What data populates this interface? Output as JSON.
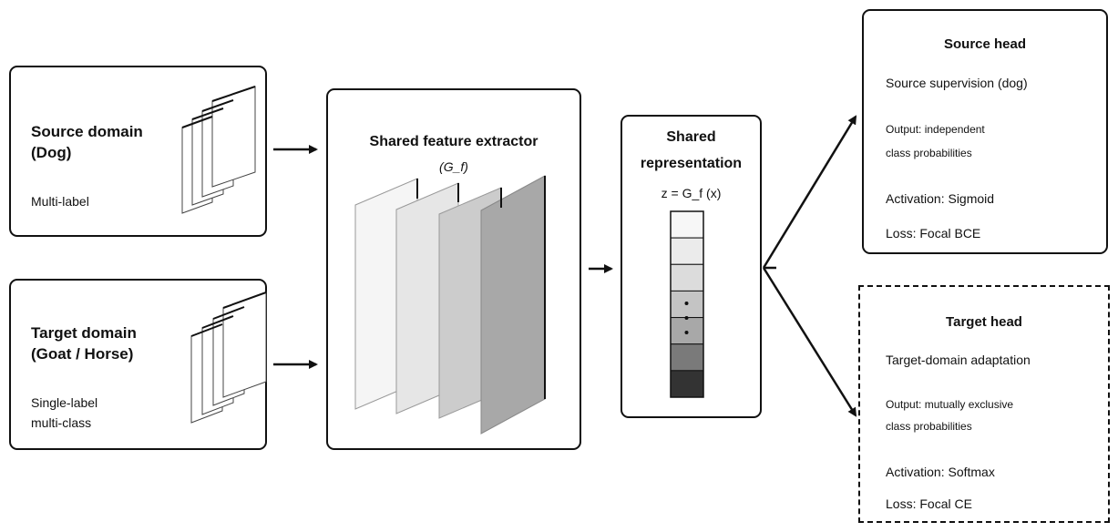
{
  "source_domain": {
    "title_line1": "Source domain",
    "title_line2": "(Dog)",
    "label_type": "Multi-label"
  },
  "target_domain": {
    "title_line1": "Target domain",
    "title_line2": "(Goat / Horse)",
    "label_type_line1": "Single-label",
    "label_type_line2": "multi-class"
  },
  "feature_extractor": {
    "title": "Shared feature extractor",
    "symbol": "(G_f)",
    "layer_colors": [
      "#f5f5f5",
      "#e6e6e6",
      "#cccccc",
      "#a8a8a8"
    ]
  },
  "representation": {
    "title_line1": "Shared",
    "title_line2": "representation",
    "formula": "z = G_f (x)",
    "cell_colors": [
      "#f7f7f7",
      "#ebebeb",
      "#dcdcdc",
      "#c4c4c4",
      "#a8a8a8",
      "#7a7a7a",
      "#333333"
    ]
  },
  "source_head": {
    "title": "Source head",
    "subtitle": "Source supervision (dog)",
    "output_line1": "Output: independent",
    "output_line2": "class probabilities",
    "activation": "Activation: Sigmoid",
    "loss": "Loss: Focal BCE"
  },
  "target_head": {
    "title": "Target head",
    "subtitle": "Target-domain adaptation",
    "output_line1": "Output: mutually exclusive",
    "output_line2": "class probabilities",
    "activation": "Activation: Softmax",
    "loss": "Loss: Focal CE"
  }
}
